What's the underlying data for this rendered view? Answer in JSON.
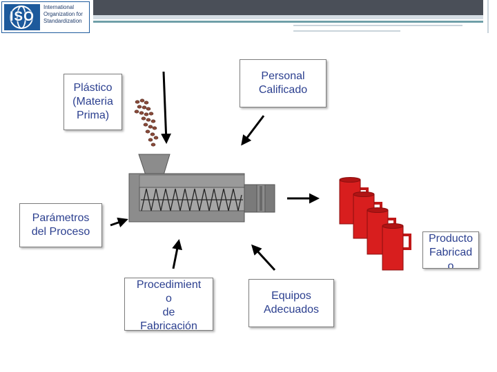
{
  "header": {
    "logo_text": "ISO",
    "org_name": "International\nOrganization for\nStandardization"
  },
  "labels": {
    "plastico": "Plástico\n(Materia\nPrima)",
    "personal": "Personal\nCalificado",
    "parametros": "Parámetros\ndel Proceso",
    "producto": "Producto\nFabricad\no",
    "procedimiento": "Procedimient\no\nde\nFabricación",
    "equipos": "Equipos\nAdecuados"
  },
  "colors": {
    "box_text": "#2b3f8f",
    "machine": "#8c8c8c",
    "machine_dark": "#6e6e6e",
    "pellets": "#8a4a3a",
    "mugs": "#d81e1e",
    "arrows": "#000000",
    "header_dark": "#4a4f58",
    "header_accent": "#6f9fa8"
  },
  "icons": {
    "logo": "iso-logo-icon",
    "machine": "extruder-machine-icon",
    "pellets": "plastic-pellets-icon",
    "products": "mug-products-icon"
  }
}
